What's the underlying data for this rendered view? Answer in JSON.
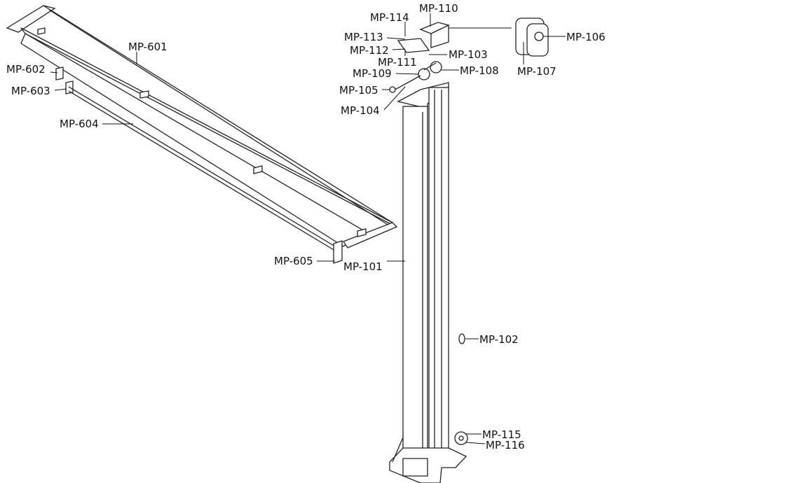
{
  "diagram": {
    "type": "exploded parts diagram",
    "labels": {
      "mp601": "MP-601",
      "mp602": "MP-602",
      "mp603": "MP-603",
      "mp604": "MP-604",
      "mp605": "MP-605",
      "mp101": "MP-101",
      "mp102": "MP-102",
      "mp103": "MP-103",
      "mp104": "MP-104",
      "mp105": "MP-105",
      "mp106": "MP-106",
      "mp107": "MP-107",
      "mp108": "MP-108",
      "mp109": "MP-109",
      "mp110": "MP-110",
      "mp111": "MP-111",
      "mp112": "MP-112",
      "mp113": "MP-113",
      "mp114": "MP-114",
      "mp115": "MP-115",
      "mp116": "MP-116"
    }
  }
}
